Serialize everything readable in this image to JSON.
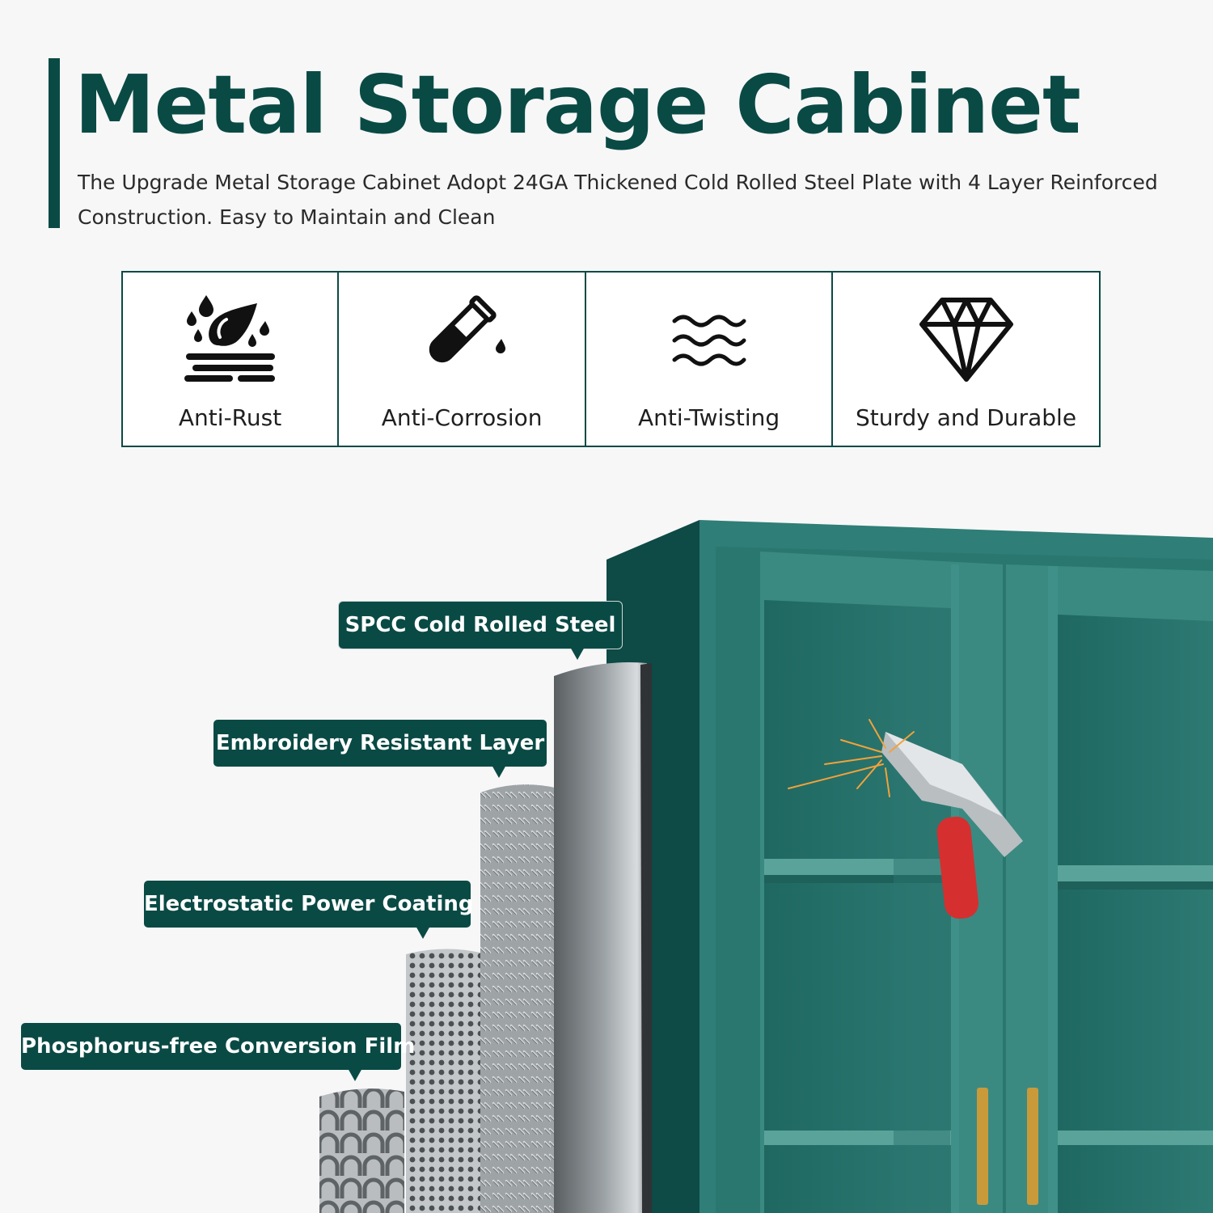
{
  "header": {
    "title": "Metal Storage Cabinet",
    "description": "The Upgrade Metal Storage Cabinet Adopt 24GA Thickened Cold Rolled Steel Plate with 4 Layer Reinforced Construction. Easy to Maintain and Clean"
  },
  "features": [
    {
      "label": "Anti-Rust",
      "icon": "water-drop-rust-icon"
    },
    {
      "label": "Anti-Corrosion",
      "icon": "test-tube-icon"
    },
    {
      "label": "Anti-Twisting",
      "icon": "waves-icon"
    },
    {
      "label": "Sturdy and Durable",
      "icon": "diamond-icon"
    }
  ],
  "layers": [
    {
      "label": "SPCC Cold Rolled Steel"
    },
    {
      "label": "Embroidery Resistant Layer"
    },
    {
      "label": "Electrostatic Power Coating"
    },
    {
      "label": "Phosphorus-free Conversion Film"
    }
  ],
  "colors": {
    "brand": "#0a4a45",
    "cabinet": "#2e7f77",
    "handle": "#c99a3a",
    "hammer_head": "#d62f2f"
  }
}
